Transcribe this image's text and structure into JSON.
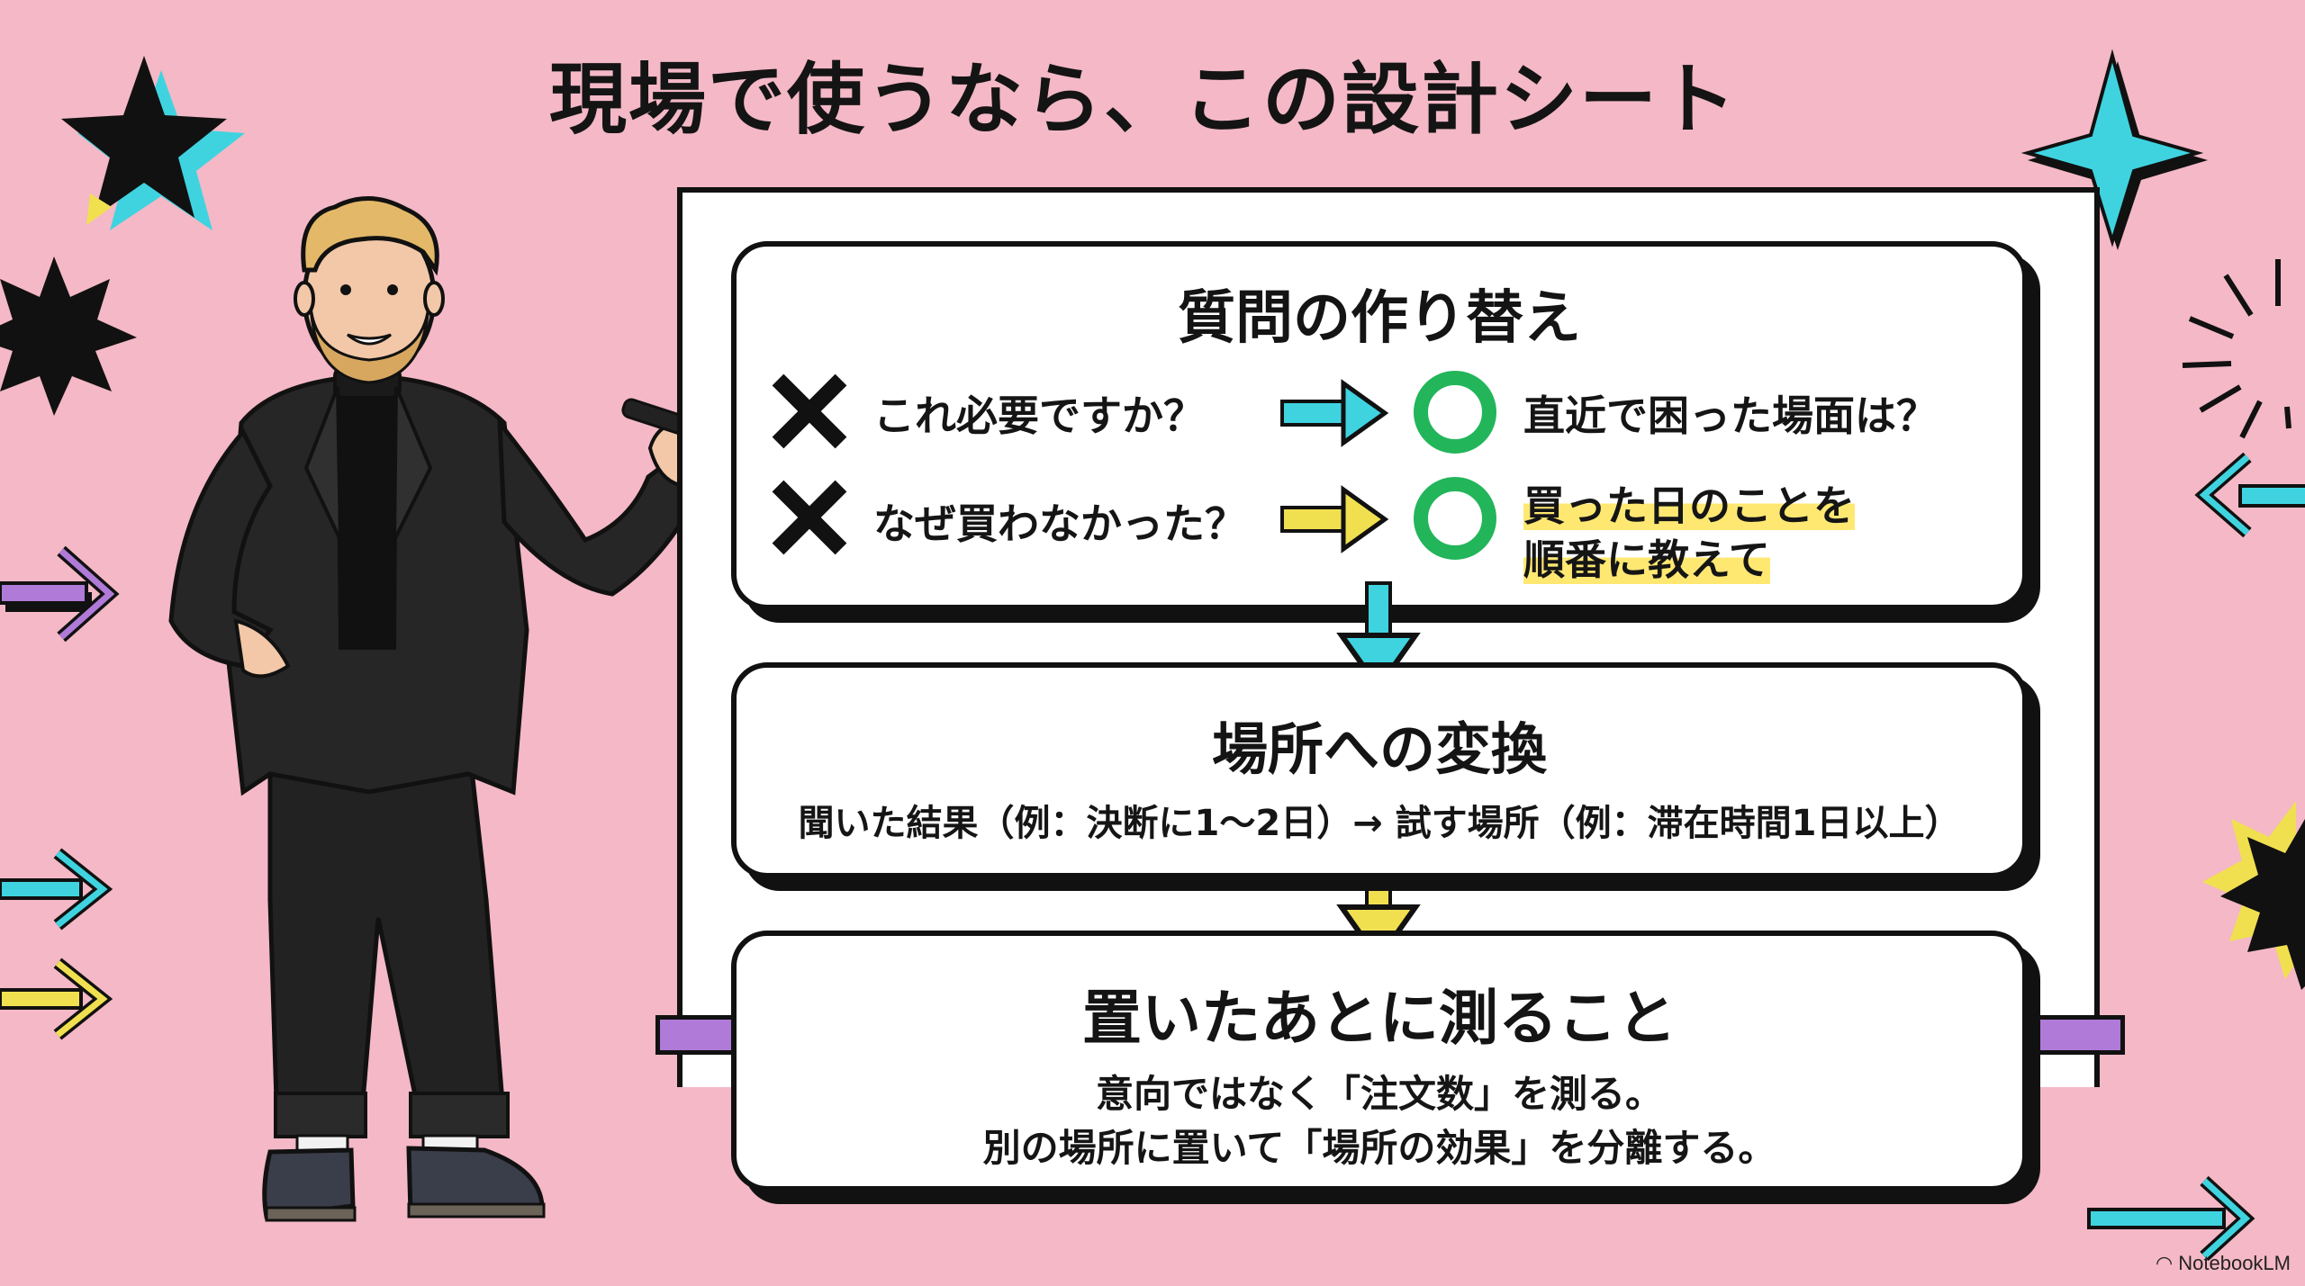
{
  "page_title": "現場で使うなら、この設計シート",
  "section1": {
    "title": "質問の作り替え",
    "rows": [
      {
        "bad": "これ必要ですか？",
        "good": "直近で困った場面は？"
      },
      {
        "bad": "なぜ買わなかった？",
        "good_line1": "買った日のことを",
        "good_line2": "順番に教えて"
      }
    ]
  },
  "section2": {
    "title": "場所への変換",
    "text": "聞いた結果（例：決断に1〜2日）→ 試す場所（例：滞在時間1日以上）"
  },
  "section3": {
    "title": "置いたあとに測ること",
    "line1": "意向ではなく「注文数」を測る。",
    "line2": "別の場所に置いて「場所の効果」を分離する。"
  },
  "watermark": "NotebookLM",
  "colors": {
    "background": "#f4b8c6",
    "cyan": "#3fd3e0",
    "yellow": "#f0e050",
    "purple": "#b07ad8",
    "green": "#22b55a"
  }
}
